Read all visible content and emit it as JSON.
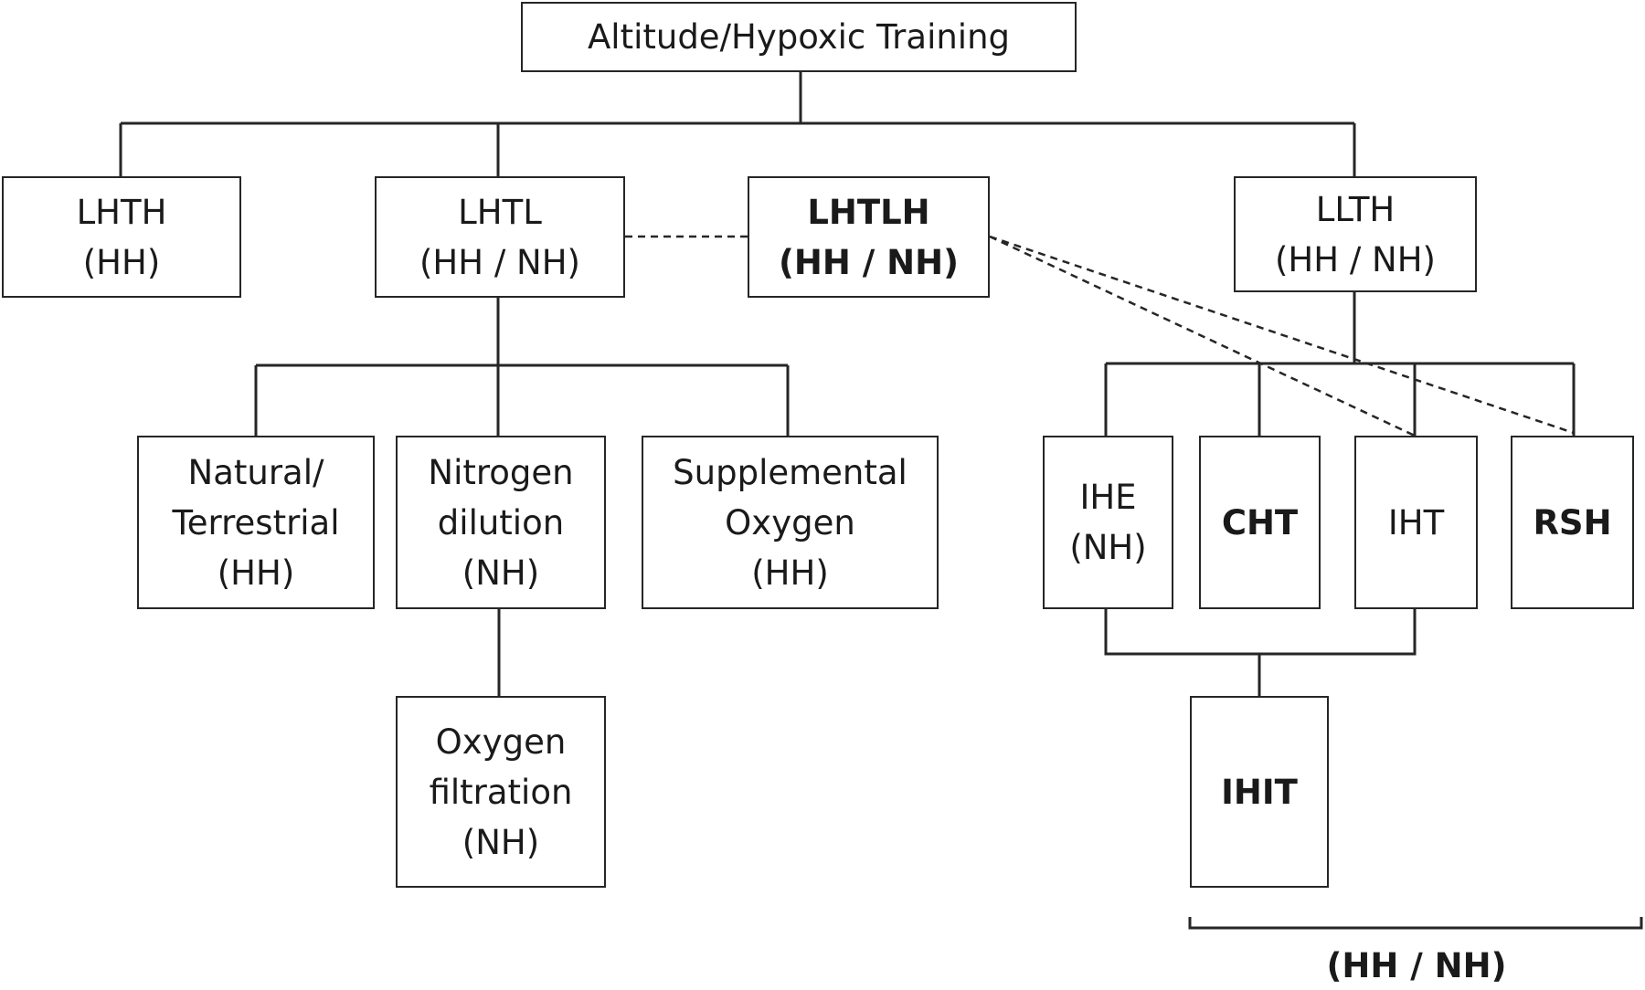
{
  "nodes": {
    "root": {
      "label": "Altitude/Hypoxic Training"
    },
    "lhth": {
      "label": "LHTH\n(HH)"
    },
    "lhtl": {
      "label": "LHTL\n(HH / NH)"
    },
    "lhtlh": {
      "label": "LHTLH\n(HH / NH)"
    },
    "llth": {
      "label": "LLTH\n(HH / NH)"
    },
    "natural": {
      "label": "Natural/\nTerrestrial\n(HH)"
    },
    "nitrogen": {
      "label": "Nitrogen\ndilution\n(NH)"
    },
    "supplemental": {
      "label": "Supplemental\nOxygen\n(HH)"
    },
    "oxygen_filtration": {
      "label": "Oxygen\nfiltration\n(NH)"
    },
    "ihe": {
      "label": "IHE\n(NH)"
    },
    "cht": {
      "label": "CHT"
    },
    "iht": {
      "label": "IHT"
    },
    "rsh": {
      "label": "RSH"
    },
    "ihit": {
      "label": "IHIT"
    }
  },
  "bracket_label": "(HH / NH)"
}
